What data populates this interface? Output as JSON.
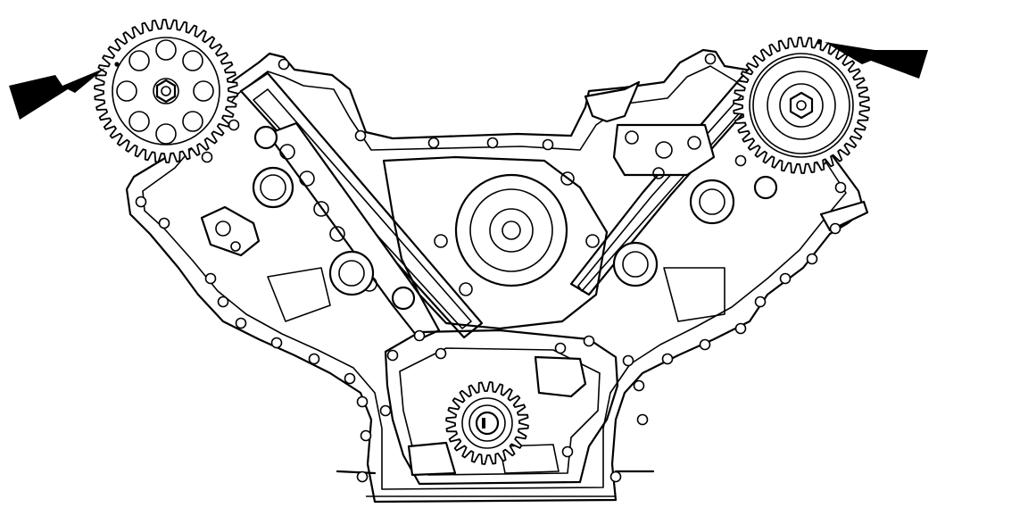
{
  "diagram": {
    "subject": "",
    "colors": {
      "line": "#000000",
      "background": "#ffffff",
      "arrow": "#000000"
    },
    "gears": [
      {
        "id": "left-camshaft-sprocket",
        "teeth": 42,
        "timing_mark": true
      },
      {
        "id": "right-camshaft-sprocket",
        "teeth": 42,
        "timing_mark": true
      },
      {
        "id": "crankshaft-sprocket",
        "teeth": 24,
        "timing_mark": false
      }
    ],
    "arrows": [
      {
        "id": "left-timing-mark-arrow",
        "points_to": "left-camshaft-sprocket"
      },
      {
        "id": "right-timing-mark-arrow",
        "points_to": "right-camshaft-sprocket"
      }
    ]
  }
}
